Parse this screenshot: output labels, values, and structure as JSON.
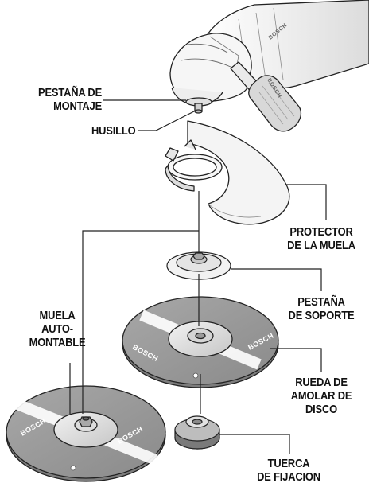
{
  "labels": {
    "mounting_flange": [
      "PESTAÑA DE",
      "MONTAJE"
    ],
    "spindle": "HUSILLO",
    "wheel_guard": [
      "PROTECTOR",
      "DE LA MUELA"
    ],
    "backing_flange": [
      "PESTAÑA",
      "DE SOPORTE"
    ],
    "self_mounting_wheel": [
      "MUELA",
      "AUTO-",
      "MONTABLE"
    ],
    "grinding_wheel": [
      "RUEDA DE",
      "AMOLAR DE",
      "DISCO"
    ],
    "lock_nut": [
      "TUERCA",
      "DE FIJACION"
    ]
  },
  "brand": "BOSCH",
  "colors": {
    "ink": "#111111",
    "disc": "#9a9a9a",
    "body": "#f2f2f2"
  }
}
